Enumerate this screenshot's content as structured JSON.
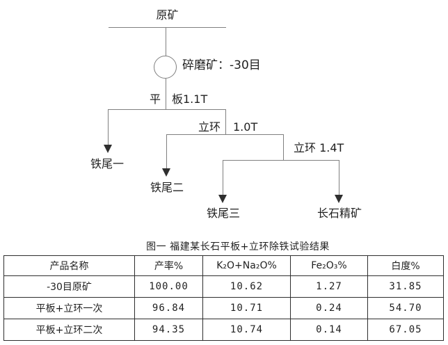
{
  "flowchart": {
    "feed": "原矿",
    "mill": "碎磨矿：-30目",
    "plate_left": "平",
    "plate_right": "板1.1T",
    "ring1_left": "立环",
    "ring1_right": "1.0T",
    "ring2": "立环 1.4T",
    "tail1": "铁尾一",
    "tail2": "铁尾二",
    "tail3": "铁尾三",
    "concentrate": "长石精矿"
  },
  "caption": "图一 福建某长石平板+立环除铁试验结果",
  "table": {
    "headers": [
      "产品名称",
      "产率%",
      "K₂O+Na₂O%",
      "Fe₂O₃%",
      "白度%"
    ],
    "rows": [
      {
        "cells": [
          "-30目原矿",
          "100.00",
          "10.62",
          "1.27",
          "31.85"
        ]
      },
      {
        "cells": [
          "平板+立环一次",
          "96.84",
          "10.71",
          "0.24",
          "54.70"
        ]
      },
      {
        "cells": [
          "平板+立环二次",
          "94.35",
          "10.74",
          "0.14",
          "67.05"
        ]
      }
    ]
  },
  "colors": {
    "flow_line": "#7f7f7f",
    "arrow": "#2f2f2f",
    "text": "#1f1f1f",
    "table_border": "#2d2d2d",
    "background": "#ffffff"
  }
}
